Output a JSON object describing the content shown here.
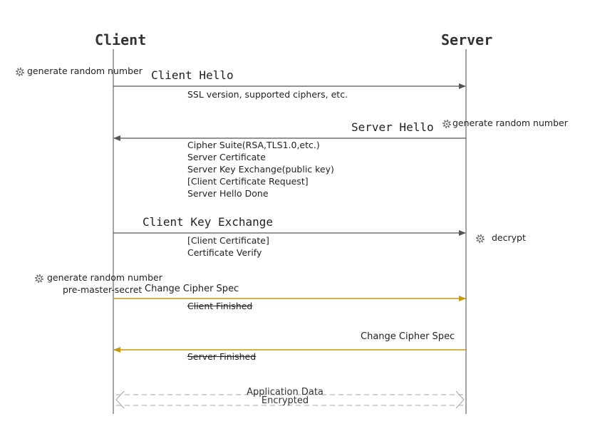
{
  "actors": {
    "client": "Client",
    "server": "Server"
  },
  "messages": {
    "client_hello": {
      "label": "Client Hello",
      "details": [
        "SSL version, supported ciphers, etc."
      ]
    },
    "server_hello": {
      "label": "Server Hello",
      "details": [
        "Cipher Suite(RSA,TLS1.0,etc.)",
        "Server Certificate",
        "Server Key Exchange(public key)",
        "[Client Certificate Request]",
        "Server Hello Done"
      ]
    },
    "client_key_exchange": {
      "label": "Client Key Exchange",
      "details": [
        "[Client Certificate]",
        "Certificate Verify"
      ]
    },
    "client_change_cipher": {
      "label": "Change Cipher Spec",
      "finished": "Client Finished"
    },
    "server_change_cipher": {
      "label": "Change Cipher Spec",
      "finished": "Server Finished"
    },
    "application_data": {
      "line1": "Application Data",
      "line2": "Encrypted"
    }
  },
  "side_notes": {
    "client_random": "generate random number",
    "server_random": "generate random number",
    "server_decrypt": "decrypt",
    "client_premaster_1": "generate random number",
    "client_premaster_2": "pre-master-secret"
  },
  "colors": {
    "lifeline": "#666666",
    "arrow": "#555555",
    "change_cipher": "#c8960f",
    "dashed": "#9aa8b0",
    "gear": "#777777"
  },
  "icons": {
    "gear": "gear-icon"
  }
}
